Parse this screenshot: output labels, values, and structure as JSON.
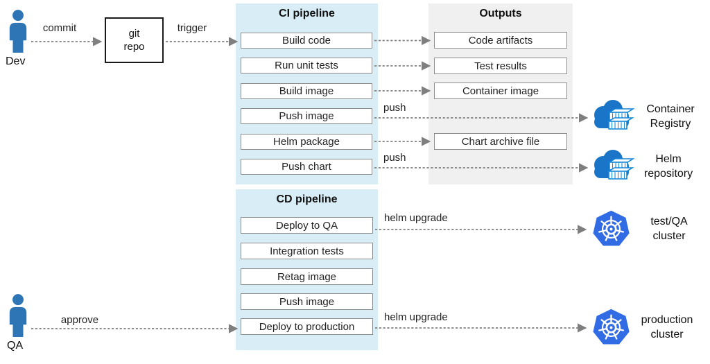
{
  "actors": {
    "dev": {
      "label": "Dev",
      "icon": "person-icon"
    },
    "qa": {
      "label": "QA",
      "icon": "person-icon"
    }
  },
  "git_repo": {
    "line1": "git",
    "line2": "repo"
  },
  "arrow_labels": {
    "commit": "commit",
    "trigger": "trigger",
    "push_image": "push",
    "push_chart": "push",
    "helm_upgrade_qa": "helm upgrade",
    "helm_upgrade_prod": "helm upgrade",
    "approve": "approve"
  },
  "ci_pipeline": {
    "title": "CI pipeline",
    "steps": [
      {
        "label": "Build code"
      },
      {
        "label": "Run unit tests"
      },
      {
        "label": "Build image"
      },
      {
        "label": "Push image"
      },
      {
        "label": "Helm package"
      },
      {
        "label": "Push chart"
      }
    ]
  },
  "outputs": {
    "title": "Outputs",
    "items": [
      {
        "label": "Code artifacts"
      },
      {
        "label": "Test results"
      },
      {
        "label": "Container image"
      },
      {
        "label": "Chart archive file"
      }
    ]
  },
  "cd_pipeline": {
    "title": "CD pipeline",
    "steps": [
      {
        "label": "Deploy to QA"
      },
      {
        "label": "Integration tests"
      },
      {
        "label": "Retag image"
      },
      {
        "label": "Push image"
      },
      {
        "label": "Deploy to production"
      }
    ]
  },
  "external_systems": {
    "container_registry": {
      "line1": "Container",
      "line2": "Registry",
      "icon": "cloud-registry-icon"
    },
    "helm_repository": {
      "line1": "Helm",
      "line2": "repository",
      "icon": "cloud-registry-icon"
    },
    "test_qa_cluster": {
      "line1": "test/QA",
      "line2": "cluster",
      "icon": "kubernetes-icon"
    },
    "production_cluster": {
      "line1": "production",
      "line2": "cluster",
      "icon": "kubernetes-icon"
    }
  },
  "colors": {
    "pipeline_panel_bg": "#d9edf6",
    "outputs_panel_bg": "#f0f0f0",
    "person_blue": "#2e75b6",
    "cloud_blue": "#1a74c7",
    "container_blue": "#1486d8",
    "kubernetes_blue": "#326ce5",
    "arrow_gray": "#7f7f7f",
    "box_border_gray": "#8c8c8c"
  }
}
